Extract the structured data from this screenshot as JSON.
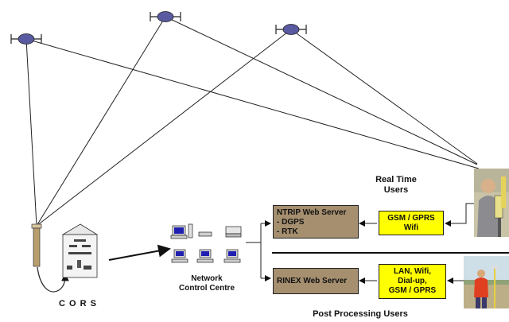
{
  "labels": {
    "cors": "C O R S",
    "network_control_centre": [
      "Network",
      "Control Centre"
    ],
    "real_time_users": [
      "Real Time",
      "Users"
    ],
    "post_processing_users": "Post Processing Users"
  },
  "servers": {
    "ntrip": {
      "title": "NTRIP Web Server",
      "lines": [
        "- DGPS",
        "- RTK"
      ]
    },
    "rinex": {
      "title": "RINEX Web Server"
    }
  },
  "links": {
    "realtime": [
      "GSM / GPRS",
      "Wifi"
    ],
    "postprocessing": [
      "LAN, Wifi,",
      "Dial-up,",
      "GSM / GPRS"
    ]
  },
  "colors": {
    "server_fill": "#a58f6f",
    "link_fill": "#ffff00",
    "satellite_fill": "#5a5aa0"
  }
}
